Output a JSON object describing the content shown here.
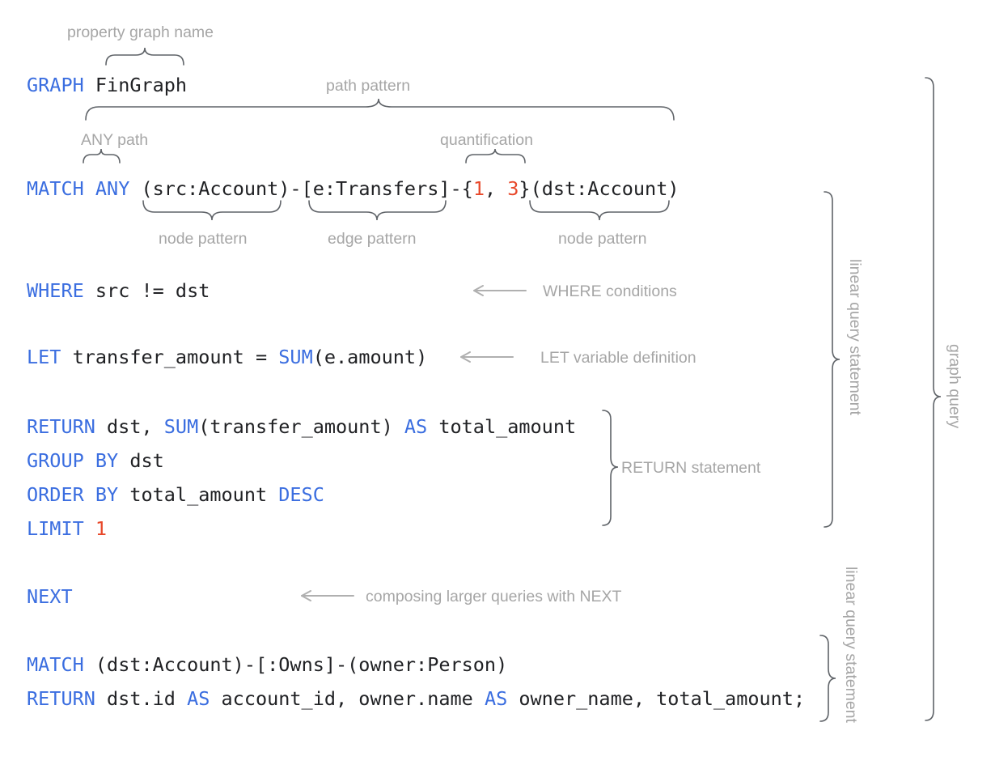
{
  "diagram": {
    "title": "GQL graph query anatomy",
    "colors": {
      "keyword": "#3b6ee0",
      "number": "#e8482a",
      "plain": "#202124",
      "annotation": "#a6a6a6",
      "brace": "#5f6368",
      "arrow": "#b0b0b0",
      "background": "#ffffff"
    }
  },
  "code": {
    "lines": [
      {
        "id": "graph",
        "tokens": [
          {
            "text": "GRAPH",
            "type": "keyword"
          },
          {
            "text": " FinGraph",
            "type": "plain"
          }
        ]
      },
      {
        "id": "match",
        "tokens": [
          {
            "text": "MATCH",
            "type": "keyword"
          },
          {
            "text": " ",
            "type": "plain"
          },
          {
            "text": "ANY",
            "type": "keyword"
          },
          {
            "text": " (src:Account)-[e:Transfers]-{",
            "type": "plain"
          },
          {
            "text": "1",
            "type": "number"
          },
          {
            "text": ", ",
            "type": "plain"
          },
          {
            "text": "3",
            "type": "number"
          },
          {
            "text": "}(dst:Account)",
            "type": "plain"
          }
        ]
      },
      {
        "id": "where",
        "tokens": [
          {
            "text": "WHERE",
            "type": "keyword"
          },
          {
            "text": " src != dst",
            "type": "plain"
          }
        ]
      },
      {
        "id": "let",
        "tokens": [
          {
            "text": "LET",
            "type": "keyword"
          },
          {
            "text": " transfer_amount = ",
            "type": "plain"
          },
          {
            "text": "SUM",
            "type": "keyword"
          },
          {
            "text": "(e.amount)",
            "type": "plain"
          }
        ]
      },
      {
        "id": "return1",
        "tokens": [
          {
            "text": "RETURN",
            "type": "keyword"
          },
          {
            "text": " dst, ",
            "type": "plain"
          },
          {
            "text": "SUM",
            "type": "keyword"
          },
          {
            "text": "(transfer_amount) ",
            "type": "plain"
          },
          {
            "text": "AS",
            "type": "keyword"
          },
          {
            "text": " total_amount",
            "type": "plain"
          }
        ]
      },
      {
        "id": "groupby",
        "tokens": [
          {
            "text": "GROUP BY",
            "type": "keyword"
          },
          {
            "text": " dst",
            "type": "plain"
          }
        ]
      },
      {
        "id": "orderby",
        "tokens": [
          {
            "text": "ORDER BY",
            "type": "keyword"
          },
          {
            "text": " total_amount ",
            "type": "plain"
          },
          {
            "text": "DESC",
            "type": "keyword"
          }
        ]
      },
      {
        "id": "limit",
        "tokens": [
          {
            "text": "LIMIT",
            "type": "keyword"
          },
          {
            "text": " ",
            "type": "plain"
          },
          {
            "text": "1",
            "type": "number"
          }
        ]
      },
      {
        "id": "next",
        "tokens": [
          {
            "text": "NEXT",
            "type": "keyword"
          }
        ]
      },
      {
        "id": "match2",
        "tokens": [
          {
            "text": "MATCH",
            "type": "keyword"
          },
          {
            "text": " (dst:Account)-[:Owns]-(owner:Person)",
            "type": "plain"
          }
        ]
      },
      {
        "id": "return2",
        "tokens": [
          {
            "text": "RETURN",
            "type": "keyword"
          },
          {
            "text": " dst.id ",
            "type": "plain"
          },
          {
            "text": "AS",
            "type": "keyword"
          },
          {
            "text": " account_id, owner.name ",
            "type": "plain"
          },
          {
            "text": "AS",
            "type": "keyword"
          },
          {
            "text": " owner_name, total_amount;",
            "type": "plain"
          }
        ]
      }
    ]
  },
  "annotations": {
    "property_graph_name": "property graph name",
    "path_pattern": "path pattern",
    "any_path": "ANY path",
    "quantification": "quantification",
    "node_pattern_left": "node pattern",
    "edge_pattern": "edge pattern",
    "node_pattern_right": "node pattern",
    "where_conditions": "WHERE conditions",
    "let_variable_definition": "LET variable definition",
    "return_statement": "RETURN statement",
    "composing_next": "composing larger queries with NEXT",
    "linear_query_statement_1": "linear query statement",
    "linear_query_statement_2": "linear query statement",
    "graph_query": "graph query"
  }
}
